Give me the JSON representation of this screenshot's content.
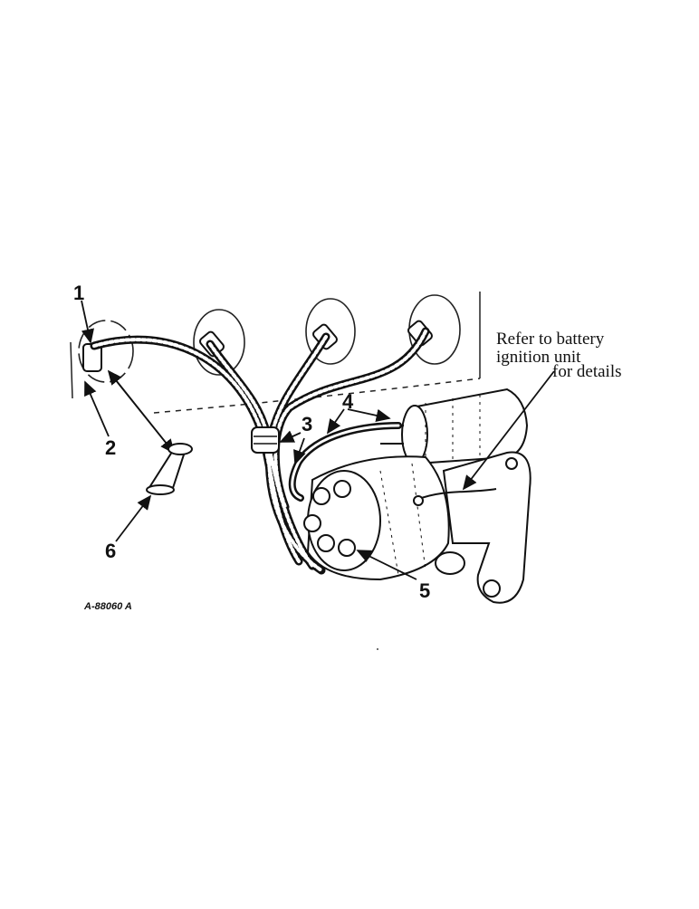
{
  "figure": {
    "callouts": {
      "c1": "1",
      "c2": "2",
      "c3": "3",
      "c4": "4",
      "c5": "5",
      "c6": "6"
    },
    "note": {
      "line1": "Refer to battery",
      "line2": "ignition unit",
      "line3": "for details"
    },
    "figure_id": "A-88060 A"
  }
}
